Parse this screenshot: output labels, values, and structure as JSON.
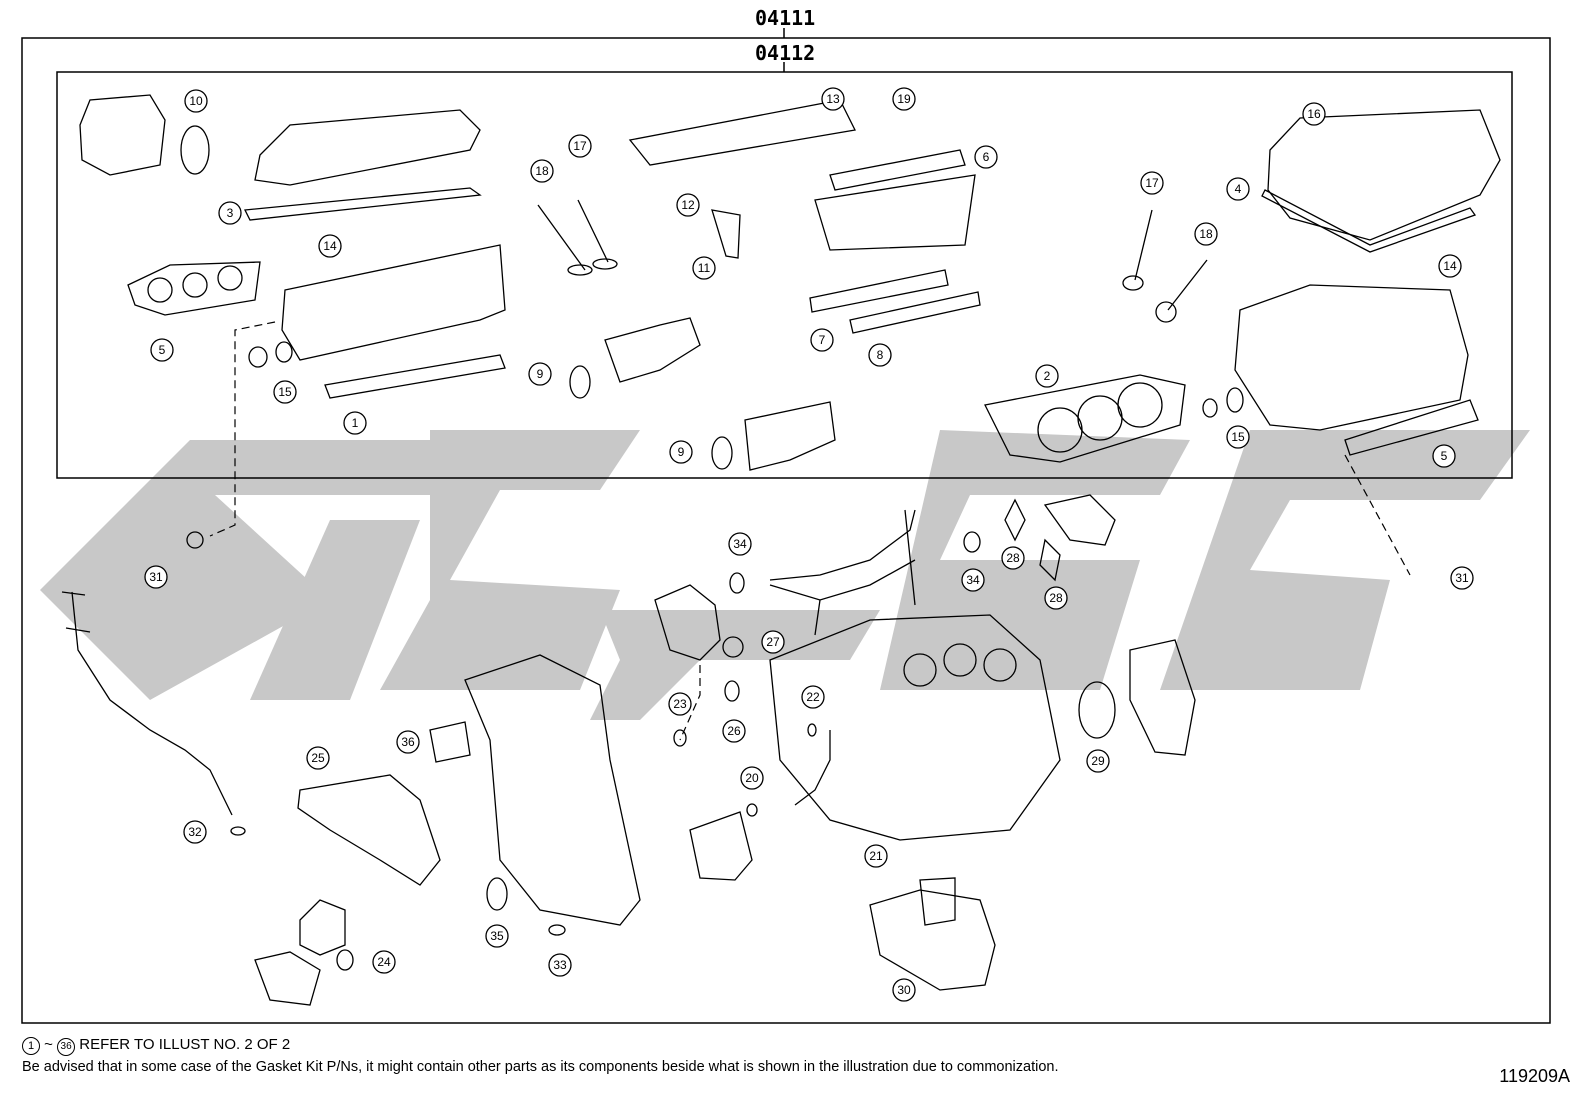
{
  "headers": {
    "kit_outer": "04111",
    "kit_inner": "04112"
  },
  "callouts": [
    "1",
    "2",
    "3",
    "4",
    "5",
    "5",
    "6",
    "7",
    "8",
    "9",
    "9",
    "10",
    "11",
    "12",
    "13",
    "14",
    "14",
    "15",
    "15",
    "16",
    "17",
    "17",
    "18",
    "18",
    "19",
    "20",
    "21",
    "22",
    "23",
    "24",
    "25",
    "26",
    "27",
    "28",
    "28",
    "29",
    "30",
    "31",
    "31",
    "32",
    "33",
    "34",
    "34",
    "35",
    "36"
  ],
  "footer": {
    "range_start": "1",
    "range_sep": "~",
    "range_end": "36",
    "refer_text": "REFER TO ILLUST NO. 2 OF 2",
    "advice": "Be advised that in some case of the Gasket Kit P/Ns,  it might contain other parts as its components beside what is shown in the illustration due to commonization.",
    "figure_number": "119209A"
  },
  "colors": {
    "line": "#000000",
    "watermark": "#c8c8c8",
    "background": "#ffffff"
  }
}
